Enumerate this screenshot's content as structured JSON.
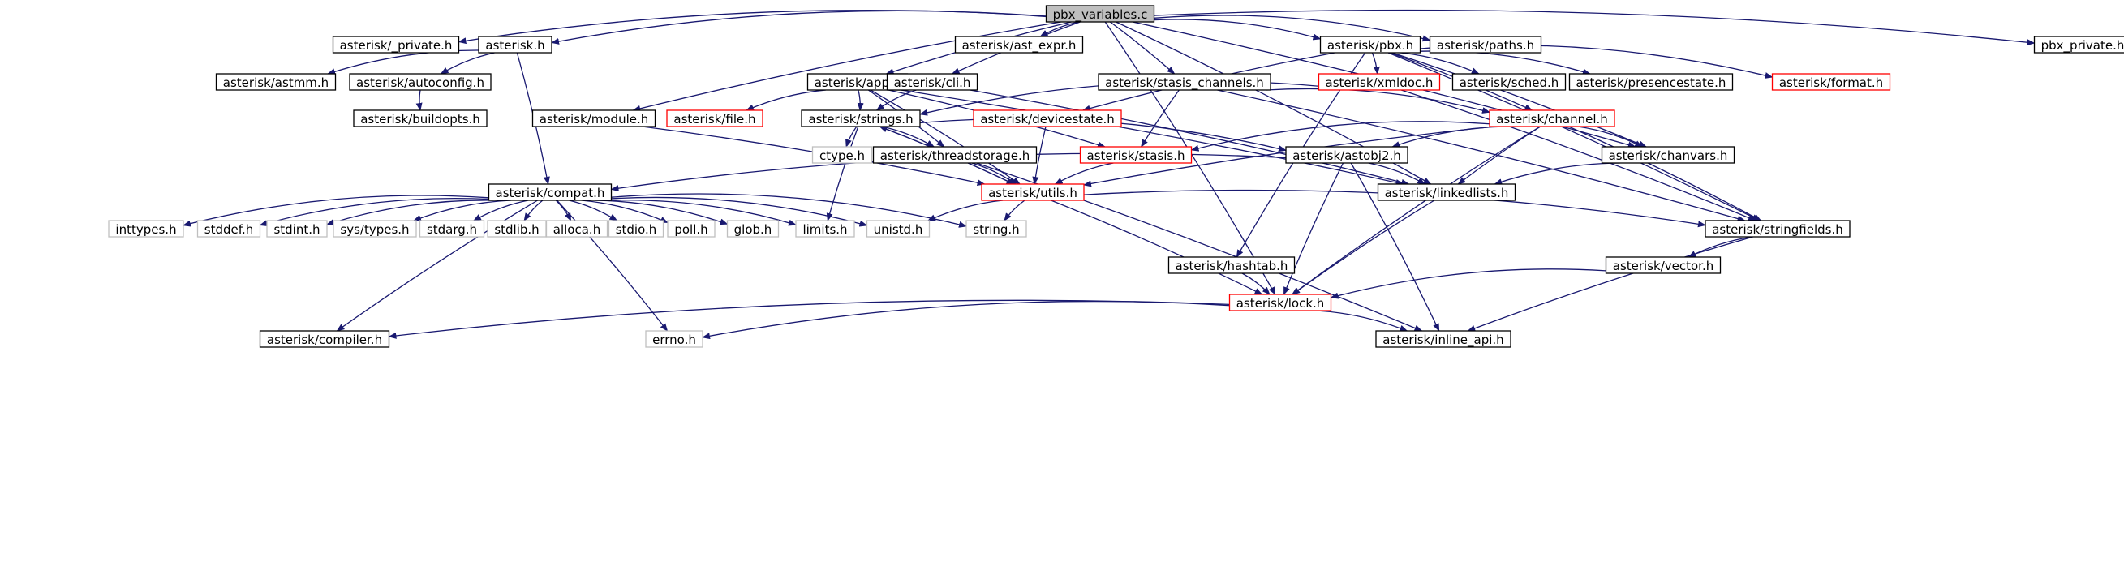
{
  "colors": {
    "edge": "#191970",
    "border_documented": "#000000",
    "border_incomplete": "#ff0000",
    "border_system": "#bfbfbf",
    "root_fill": "#bfbfbf",
    "node_fill": "#ffffff"
  },
  "nodes": [
    {
      "id": "pbx_variables",
      "label": "pbx_variables.c",
      "kind": "root"
    },
    {
      "id": "asterisk_private",
      "label": "asterisk/_private.h",
      "kind": "documented"
    },
    {
      "id": "asterisk_h",
      "label": "asterisk.h",
      "kind": "documented"
    },
    {
      "id": "ast_expr",
      "label": "asterisk/ast_expr.h",
      "kind": "documented"
    },
    {
      "id": "pbx_h",
      "label": "asterisk/pbx.h",
      "kind": "documented"
    },
    {
      "id": "paths",
      "label": "asterisk/paths.h",
      "kind": "documented"
    },
    {
      "id": "pbx_private",
      "label": "pbx_private.h",
      "kind": "documented"
    },
    {
      "id": "astmm",
      "label": "asterisk/astmm.h",
      "kind": "documented"
    },
    {
      "id": "autoconfig",
      "label": "asterisk/autoconfig.h",
      "kind": "documented"
    },
    {
      "id": "buildopts",
      "label": "asterisk/buildopts.h",
      "kind": "documented"
    },
    {
      "id": "app_h",
      "label": "asterisk/app.h",
      "kind": "documented"
    },
    {
      "id": "cli_h",
      "label": "asterisk/cli.h",
      "kind": "documented"
    },
    {
      "id": "stasis_channels",
      "label": "asterisk/stasis_channels.h",
      "kind": "documented"
    },
    {
      "id": "xmldoc",
      "label": "asterisk/xmldoc.h",
      "kind": "incomplete"
    },
    {
      "id": "sched",
      "label": "asterisk/sched.h",
      "kind": "documented"
    },
    {
      "id": "presencestate",
      "label": "asterisk/presencestate.h",
      "kind": "documented"
    },
    {
      "id": "format",
      "label": "asterisk/format.h",
      "kind": "incomplete"
    },
    {
      "id": "module",
      "label": "asterisk/module.h",
      "kind": "documented"
    },
    {
      "id": "file",
      "label": "asterisk/file.h",
      "kind": "incomplete"
    },
    {
      "id": "strings",
      "label": "asterisk/strings.h",
      "kind": "documented"
    },
    {
      "id": "devicestate",
      "label": "asterisk/devicestate.h",
      "kind": "incomplete"
    },
    {
      "id": "channel",
      "label": "asterisk/channel.h",
      "kind": "incomplete"
    },
    {
      "id": "ctype",
      "label": "ctype.h",
      "kind": "system"
    },
    {
      "id": "threadstorage",
      "label": "asterisk/threadstorage.h",
      "kind": "documented"
    },
    {
      "id": "stasis",
      "label": "asterisk/stasis.h",
      "kind": "incomplete"
    },
    {
      "id": "astobj2",
      "label": "asterisk/astobj2.h",
      "kind": "documented"
    },
    {
      "id": "chanvars",
      "label": "asterisk/chanvars.h",
      "kind": "documented"
    },
    {
      "id": "compat",
      "label": "asterisk/compat.h",
      "kind": "documented"
    },
    {
      "id": "utils",
      "label": "asterisk/utils.h",
      "kind": "incomplete"
    },
    {
      "id": "linkedlists",
      "label": "asterisk/linkedlists.h",
      "kind": "documented"
    },
    {
      "id": "inttypes",
      "label": "inttypes.h",
      "kind": "system"
    },
    {
      "id": "stddef",
      "label": "stddef.h",
      "kind": "system"
    },
    {
      "id": "stdint",
      "label": "stdint.h",
      "kind": "system"
    },
    {
      "id": "systypes",
      "label": "sys/types.h",
      "kind": "system"
    },
    {
      "id": "stdarg",
      "label": "stdarg.h",
      "kind": "system"
    },
    {
      "id": "stdlib",
      "label": "stdlib.h",
      "kind": "system"
    },
    {
      "id": "alloca",
      "label": "alloca.h",
      "kind": "system"
    },
    {
      "id": "stdio",
      "label": "stdio.h",
      "kind": "system"
    },
    {
      "id": "poll",
      "label": "poll.h",
      "kind": "system"
    },
    {
      "id": "glob",
      "label": "glob.h",
      "kind": "system"
    },
    {
      "id": "limits",
      "label": "limits.h",
      "kind": "system"
    },
    {
      "id": "unistd",
      "label": "unistd.h",
      "kind": "system"
    },
    {
      "id": "string",
      "label": "string.h",
      "kind": "system"
    },
    {
      "id": "stringfields",
      "label": "asterisk/stringfields.h",
      "kind": "documented"
    },
    {
      "id": "hashtab",
      "label": "asterisk/hashtab.h",
      "kind": "documented"
    },
    {
      "id": "vector",
      "label": "asterisk/vector.h",
      "kind": "documented"
    },
    {
      "id": "lock",
      "label": "asterisk/lock.h",
      "kind": "incomplete"
    },
    {
      "id": "compiler",
      "label": "asterisk/compiler.h",
      "kind": "documented"
    },
    {
      "id": "errno",
      "label": "errno.h",
      "kind": "system"
    },
    {
      "id": "inline_api",
      "label": "asterisk/inline_api.h",
      "kind": "documented"
    }
  ],
  "edges": [
    [
      "pbx_variables",
      "asterisk_private"
    ],
    [
      "pbx_variables",
      "asterisk_h"
    ],
    [
      "pbx_variables",
      "ast_expr"
    ],
    [
      "pbx_variables",
      "pbx_h"
    ],
    [
      "pbx_variables",
      "paths"
    ],
    [
      "pbx_variables",
      "pbx_private"
    ],
    [
      "pbx_variables",
      "app_h"
    ],
    [
      "pbx_variables",
      "cli_h"
    ],
    [
      "pbx_variables",
      "stasis_channels"
    ],
    [
      "pbx_variables",
      "module"
    ],
    [
      "pbx_variables",
      "lock"
    ],
    [
      "pbx_variables",
      "chanvars"
    ],
    [
      "pbx_variables",
      "linkedlists"
    ],
    [
      "asterisk_h",
      "astmm"
    ],
    [
      "asterisk_h",
      "autoconfig"
    ],
    [
      "asterisk_h",
      "compat"
    ],
    [
      "autoconfig",
      "buildopts"
    ],
    [
      "pbx_h",
      "xmldoc"
    ],
    [
      "pbx_h",
      "sched"
    ],
    [
      "pbx_h",
      "presencestate"
    ],
    [
      "pbx_h",
      "format"
    ],
    [
      "pbx_h",
      "devicestate"
    ],
    [
      "pbx_h",
      "hashtab"
    ],
    [
      "pbx_h",
      "channel"
    ],
    [
      "pbx_h",
      "chanvars"
    ],
    [
      "pbx_h",
      "stringfields"
    ],
    [
      "app_h",
      "file"
    ],
    [
      "app_h",
      "strings"
    ],
    [
      "app_h",
      "threadstorage"
    ],
    [
      "app_h",
      "stasis"
    ],
    [
      "app_h",
      "utils"
    ],
    [
      "app_h",
      "linkedlists"
    ],
    [
      "cli_h",
      "strings"
    ],
    [
      "cli_h",
      "linkedlists"
    ],
    [
      "stasis_channels",
      "stasis"
    ],
    [
      "stasis_channels",
      "channel"
    ],
    [
      "stasis_channels",
      "stringfields"
    ],
    [
      "xmldoc",
      "strings"
    ],
    [
      "xmldoc",
      "stringfields"
    ],
    [
      "module",
      "utils"
    ],
    [
      "strings",
      "ctype"
    ],
    [
      "strings",
      "threadstorage"
    ],
    [
      "strings",
      "utils"
    ],
    [
      "strings",
      "astobj2"
    ],
    [
      "strings",
      "limits"
    ],
    [
      "devicestate",
      "utils"
    ],
    [
      "channel",
      "stasis"
    ],
    [
      "channel",
      "utils"
    ],
    [
      "channel",
      "astobj2"
    ],
    [
      "channel",
      "chanvars"
    ],
    [
      "channel",
      "linkedlists"
    ],
    [
      "channel",
      "stringfields"
    ],
    [
      "channel",
      "lock"
    ],
    [
      "threadstorage",
      "utils"
    ],
    [
      "threadstorage",
      "inline_api"
    ],
    [
      "stasis",
      "utils"
    ],
    [
      "astobj2",
      "compat"
    ],
    [
      "astobj2",
      "linkedlists"
    ],
    [
      "astobj2",
      "lock"
    ],
    [
      "astobj2",
      "inline_api"
    ],
    [
      "chanvars",
      "linkedlists"
    ],
    [
      "compat",
      "inttypes"
    ],
    [
      "compat",
      "stddef"
    ],
    [
      "compat",
      "stdint"
    ],
    [
      "compat",
      "systypes"
    ],
    [
      "compat",
      "stdarg"
    ],
    [
      "compat",
      "stdlib"
    ],
    [
      "compat",
      "alloca"
    ],
    [
      "compat",
      "stdio"
    ],
    [
      "compat",
      "poll"
    ],
    [
      "compat",
      "glob"
    ],
    [
      "compat",
      "limits"
    ],
    [
      "compat",
      "unistd"
    ],
    [
      "compat",
      "string"
    ],
    [
      "compat",
      "compiler"
    ],
    [
      "compat",
      "errno"
    ],
    [
      "utils",
      "strings"
    ],
    [
      "utils",
      "unistd"
    ],
    [
      "utils",
      "string"
    ],
    [
      "utils",
      "lock"
    ],
    [
      "utils",
      "stringfields"
    ],
    [
      "linkedlists",
      "lock"
    ],
    [
      "stringfields",
      "vector"
    ],
    [
      "stringfields",
      "inline_api"
    ],
    [
      "hashtab",
      "lock"
    ],
    [
      "vector",
      "lock"
    ],
    [
      "lock",
      "compiler"
    ],
    [
      "lock",
      "errno"
    ],
    [
      "lock",
      "inline_api"
    ]
  ]
}
